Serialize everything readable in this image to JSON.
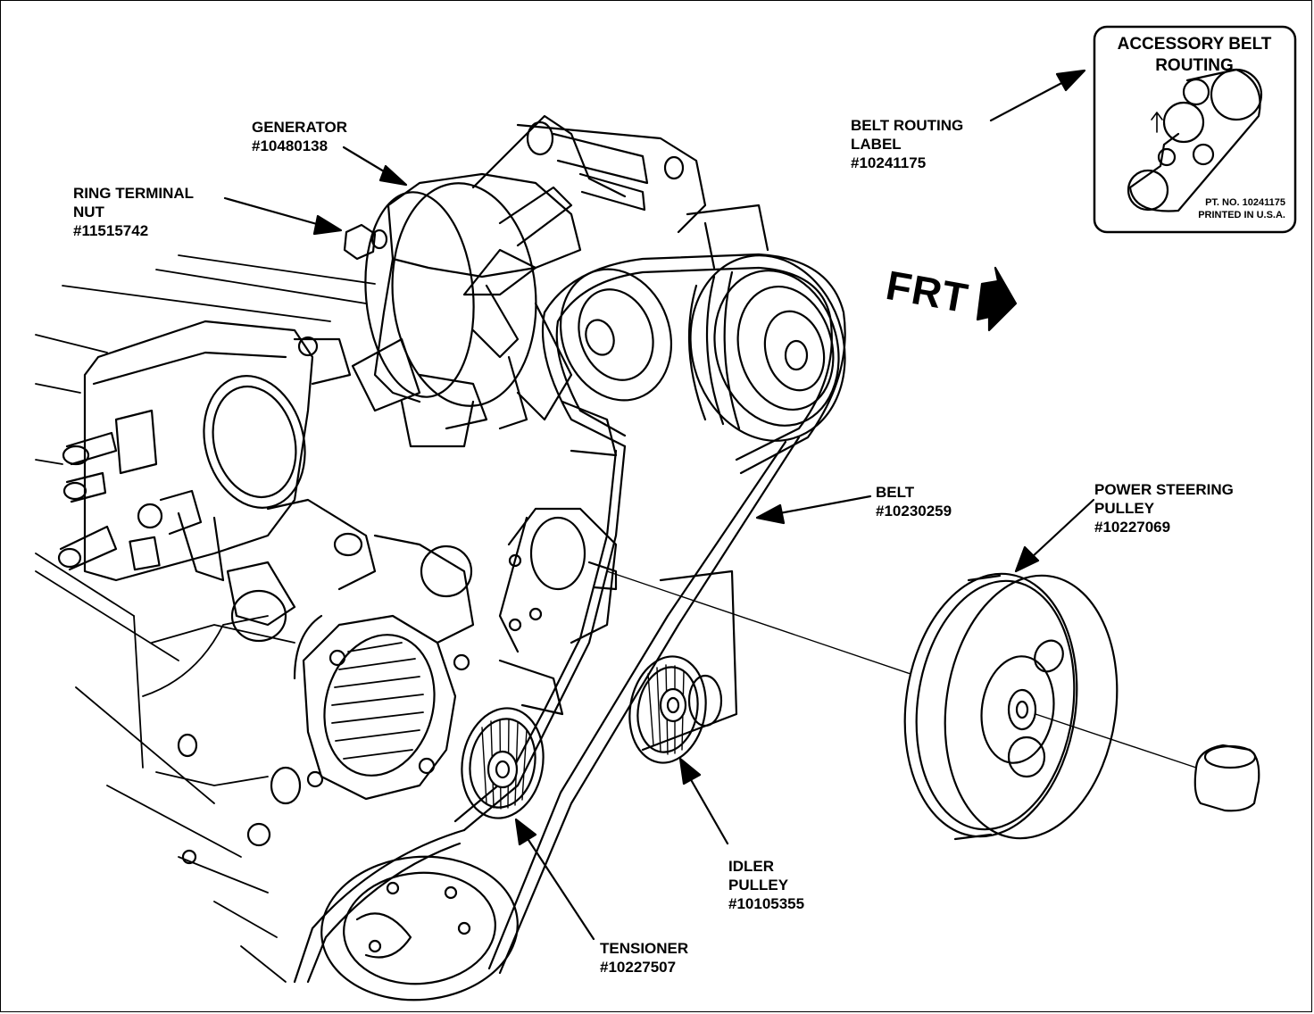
{
  "labels": {
    "generator": {
      "lines": [
        "GENERATOR",
        "#10480138"
      ]
    },
    "ring_terminal_nut": {
      "lines": [
        "RING TERMINAL",
        "NUT",
        "#11515742"
      ]
    },
    "belt_routing_label": {
      "lines": [
        "BELT ROUTING",
        "LABEL",
        "#10241175"
      ]
    },
    "belt": {
      "lines": [
        "BELT",
        "#10230259"
      ]
    },
    "power_steering_pulley": {
      "lines": [
        "POWER STEERING",
        "PULLEY",
        "#10227069"
      ]
    },
    "idler_pulley": {
      "lines": [
        "IDLER",
        "PULLEY",
        "#10105355"
      ]
    },
    "tensioner": {
      "lines": [
        "TENSIONER",
        "#10227507"
      ]
    }
  },
  "direction": {
    "text": "FRT"
  },
  "inset": {
    "title_lines": [
      "ACCESSORY BELT",
      "ROUTING"
    ],
    "part_lines": [
      "PT. NO. 10241175",
      "PRINTED IN U.S.A."
    ]
  },
  "colors": {
    "ink": "#000000",
    "paper": "#ffffff"
  }
}
